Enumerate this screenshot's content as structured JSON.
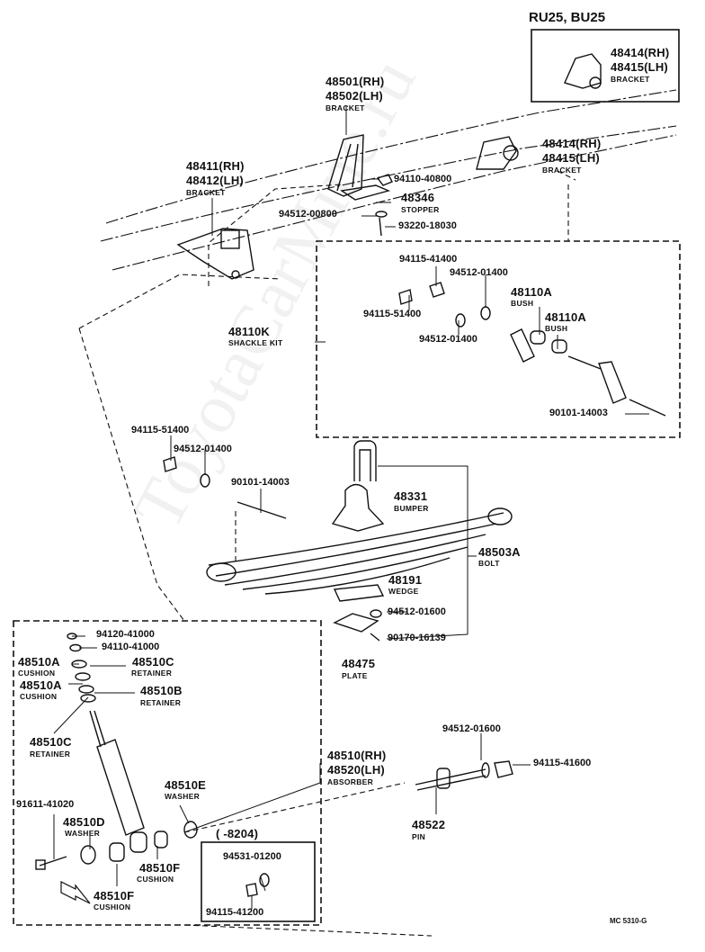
{
  "header": {
    "variant_label": "RU25, BU25",
    "code": "MC 5310-G"
  },
  "watermark": "ToyotaCarMine.ru",
  "labels": {
    "l48414_top": "48414(RH)",
    "l48415_top": "48415(LH)",
    "l48414_top_sub": "BRACKET",
    "l48501": "48501(RH)",
    "l48502": "48502(LH)",
    "l48501_sub": "BRACKET",
    "l48414": "48414(RH)",
    "l48415": "48415(LH)",
    "l48414_sub": "BRACKET",
    "l48411": "48411(RH)",
    "l48412": "48412(LH)",
    "l48411_sub": "BRACKET",
    "p94110_40800": "94110-40800",
    "l48346": "48346",
    "l48346_sub": "STOPPER",
    "p94512_00800": "94512-00800",
    "p93220_18030": "93220-18030",
    "p94115_41400_a": "94115-41400",
    "p94512_01400_a": "94512-01400",
    "l48110A_1": "48110A",
    "l48110A_1_sub": "BUSH",
    "l48110A_2": "48110A",
    "l48110A_2_sub": "BUSH",
    "p94115_51400_a": "94115-51400",
    "p94512_01400_b": "94512-01400",
    "l48110K": "48110K",
    "l48110K_sub": "SHACKLE KIT",
    "p90101_14003_a": "90101-14003",
    "p94115_51400_b": "94115-51400",
    "p94512_01400_c": "94512-01400",
    "p90101_14003_b": "90101-14003",
    "l48331": "48331",
    "l48331_sub": "BUMPER",
    "l48503A": "48503A",
    "l48503A_sub": "BOLT",
    "l48191": "48191",
    "l48191_sub": "WEDGE",
    "p94512_01600_a": "94512-01600",
    "p90170_16139": "90170-16139",
    "l48475": "48475",
    "l48475_sub": "PLATE",
    "p94120_41000": "94120-41000",
    "p94110_41000": "94110-41000",
    "l48510A_1": "48510A",
    "l48510A_1_sub": "CUSHION",
    "l48510C_1": "48510C",
    "l48510C_1_sub": "RETAINER",
    "l48510A_2": "48510A",
    "l48510A_2_sub": "CUSHION",
    "l48510B": "48510B",
    "l48510B_sub": "RETAINER",
    "l48510C_2": "48510C",
    "l48510C_2_sub": "RETAINER",
    "l48510": "48510(RH)",
    "l48520": "48520(LH)",
    "l48510_sub": "ABSORBER",
    "p94512_01600_b": "94512-01600",
    "p94115_41600": "94115-41600",
    "l48510E": "48510E",
    "l48510E_sub": "WASHER",
    "p91611_41020": "91611-41020",
    "l48510D": "48510D",
    "l48510D_sub": "WASHER",
    "l48522": "48522",
    "l48522_sub": "PIN",
    "l8204": "(      -8204)",
    "p94531_01200": "94531-01200",
    "l48510F_1": "48510F",
    "l48510F_1_sub": "CUSHION",
    "l48510F_2": "48510F",
    "l48510F_2_sub": "CUSHION",
    "p94115_41200": "94115-41200"
  }
}
